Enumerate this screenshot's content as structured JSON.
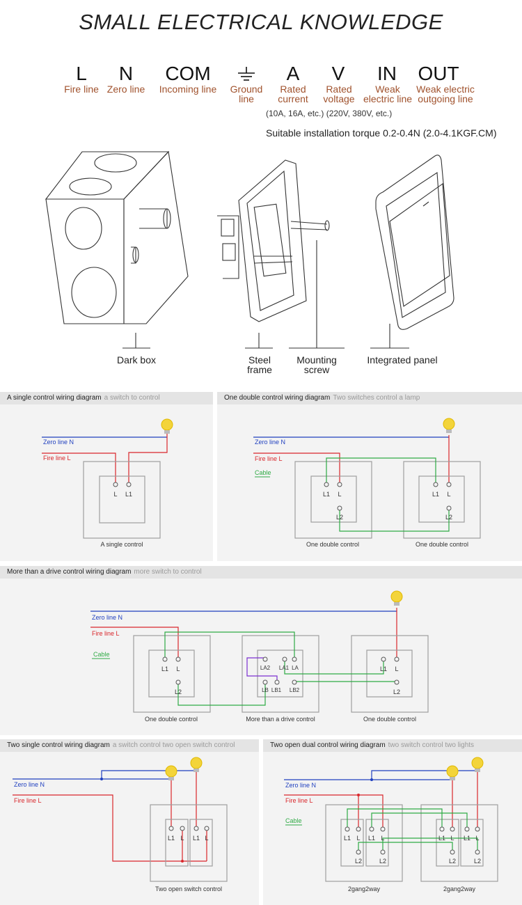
{
  "title": "SMALL ELECTRICAL KNOWLEDGE",
  "symbols": [
    {
      "symbol": "L",
      "label": "Fire line"
    },
    {
      "symbol": "N",
      "label": "Zero line"
    },
    {
      "symbol": "COM",
      "label": "Incoming line"
    },
    {
      "symbol": "ground-icon",
      "label": "Ground\nline"
    },
    {
      "symbol": "A",
      "label": "Rated\ncurrent"
    },
    {
      "symbol": "V",
      "label": "Rated\nvoltage"
    },
    {
      "symbol": "IN",
      "label": "Weak\nelectric line"
    },
    {
      "symbol": "OUT",
      "label": "Weak electric\noutgoing line"
    }
  ],
  "rating_note": "(10A, 16A, etc.) (220V, 380V, etc.)",
  "torque": "Suitable installation torque 0.2-0.4N (2.0-4.1KGF.CM)",
  "parts": {
    "dark_box": "Dark box",
    "steel_frame": "Steel\nframe",
    "mounting_screw": "Mounting\nscrew",
    "integrated_panel": "Integrated panel"
  },
  "legend": {
    "zero": "Zero line N",
    "fire": "Fire line L",
    "cable": "Cable"
  },
  "colors": {
    "zero": "#1f3fbf",
    "fire": "#d9262b",
    "cable": "#2eaa44",
    "purple": "#7b2fd0",
    "box": "#9e9e9e"
  },
  "terminals": {
    "L": "L",
    "L1": "L1",
    "L2": "L2",
    "LA": "LA",
    "LA1": "LA1",
    "LA2": "LA2",
    "LB": "LB",
    "LB1": "LB1",
    "LB2": "LB2"
  },
  "diagrams": {
    "single": {
      "title": "A single control wiring diagram",
      "subtitle": "a switch to control",
      "caption": "A single control"
    },
    "double": {
      "title": "One double control wiring diagram",
      "subtitle": "Two switches control a lamp",
      "caption": "One double control"
    },
    "multi": {
      "title": "More than a drive control wiring diagram",
      "subtitle": "more switch to control",
      "caption_double": "One double control",
      "caption_multi": "More than a drive control"
    },
    "two_single": {
      "title": "Two single control wiring diagram",
      "subtitle": "a switch control two open switch control",
      "caption": "Two open switch control"
    },
    "two_dual": {
      "title": "Two open dual control wiring diagram",
      "subtitle": "two switch control two lights",
      "caption": "2gang2way"
    }
  }
}
